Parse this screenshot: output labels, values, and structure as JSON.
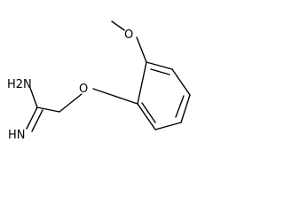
{
  "structure": {
    "type": "structural-formula",
    "atoms": {
      "methoxy_o": "O",
      "ether_o": "O",
      "amine": "H2N",
      "imine": "HN"
    }
  }
}
